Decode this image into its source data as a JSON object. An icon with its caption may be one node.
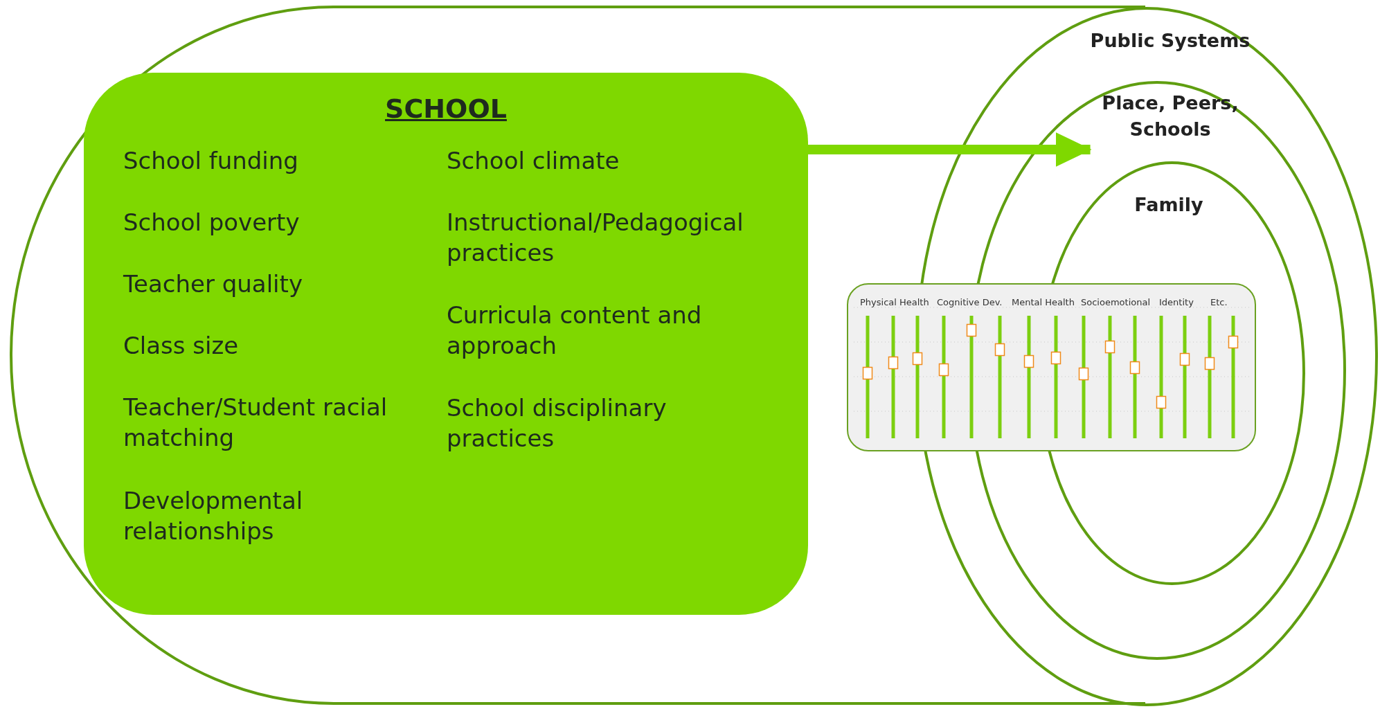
{
  "diagram": {
    "nodes": [
      {
        "text": [],
        "shape": "ellipse"
      },
      {
        "text": [
          "SCHOOL",
          "School funding",
          "School poverty",
          "Teacher quality",
          "Class size",
          "Teacher/Student racial matching",
          "Developmental relationships",
          "School climate",
          "Instructional/Pedagogical practices",
          "Curricula content and approach",
          "School disciplinary practices"
        ],
        "in": 0
      },
      {
        "text": [
          "Public Systems"
        ]
      },
      {
        "text": [
          "Place, Peers, Schools"
        ],
        "in": 2
      },
      {
        "text": [
          "Family"
        ],
        "in": 3
      },
      {
        "text": [
          "Physical Health",
          "Cognitive Dev.",
          "Mental Health",
          "Socioemotional",
          "Identity",
          "Etc."
        ]
      }
    ],
    "edges": [
      {
        "from": 1,
        "to": 3,
        "arrow": "to"
      }
    ]
  }
}
